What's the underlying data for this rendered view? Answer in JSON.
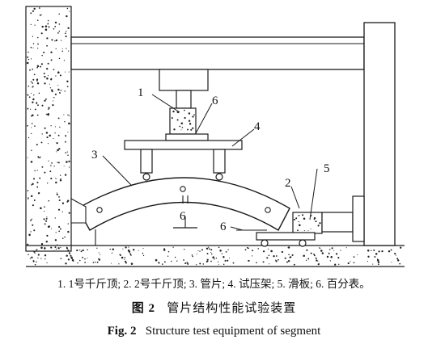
{
  "diagram": {
    "labels": {
      "jack1": "1",
      "jack2": "2",
      "segment": "3",
      "test_frame": "4",
      "sliding_plate": "5",
      "dial_gauge_top": "6",
      "dial_gauge_center": "6",
      "dial_gauge_bottom": "6"
    }
  },
  "legend": "1. 1号千斤顶; 2. 2号千斤顶; 3. 管片; 4. 试压架; 5. 滑板; 6. 百分表。",
  "caption_cn": {
    "label": "图 2",
    "title": "管片结构性能试验装置"
  },
  "caption_en": {
    "label": "Fig. 2",
    "title": "Structure test equipment of segment"
  },
  "colors": {
    "line": "#1a1a1a",
    "fill": "#ffffff",
    "stipple": "#222222"
  }
}
